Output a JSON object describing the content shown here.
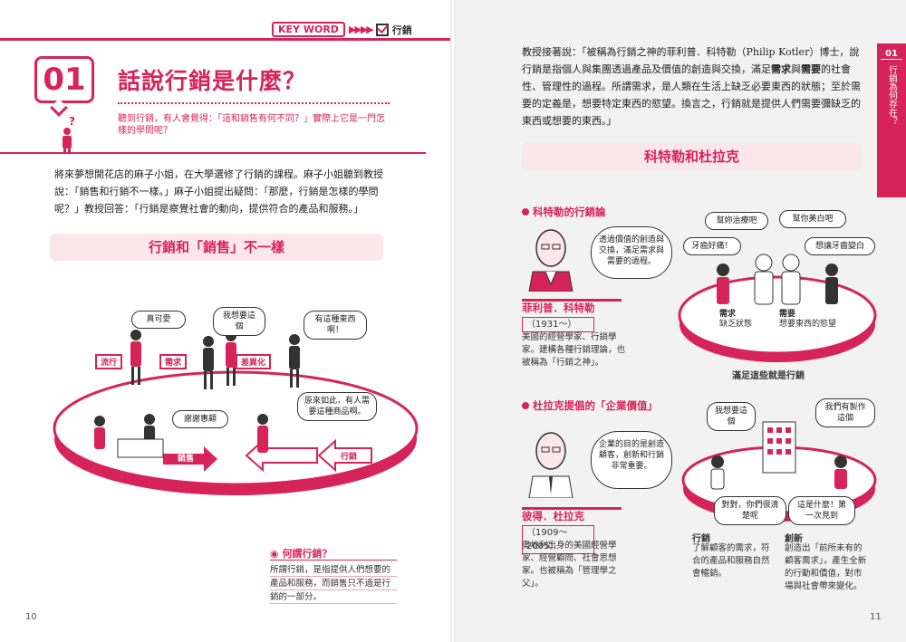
{
  "keyword": {
    "label": "KEY WORD",
    "arrows": "▶▶▶▶",
    "term": "行銷"
  },
  "chapter": {
    "number": "01",
    "title": "話說行銷是什麼？",
    "subtitle": "聽到行銷，有人會覺得：「這和銷售有何不同？」實際上它是一門怎樣的學問呢？"
  },
  "left_intro": "將來夢想開花店的麻子小姐，在大學選修了行銷的課程。麻子小姐聽到教授說：「銷售和行銷不一樣。」麻子小姐提出疑問：「那麼，行銷是怎樣的學問呢？」教授回答：「行銷是察覺社會的動向，提供符合的產品和服務。」",
  "left_section": "行銷和「銷售」不一樣",
  "illustration_left": {
    "bubbles": {
      "cute": "真可愛",
      "want": "我想要這個",
      "have_this": "有這種東西啊！",
      "thanks": "謝謝惠顧",
      "so_that": "原來如此，有人需要這種商品啊。"
    },
    "tags": {
      "trend": "流行",
      "need": "需求",
      "diff": "差異化",
      "sales": "銷售",
      "marketing": "行銷"
    }
  },
  "note": {
    "title": "何謂行銷？",
    "text": "所謂行銷，是指提供人們想要的產品和服務，而銷售只不過是行銷的一部分。"
  },
  "page_numbers": {
    "left": "10",
    "right": "11"
  },
  "right_intro_parts": {
    "a": "教授接著說：「被稱為行銷之神的菲利普．科特勒（Philip Kotler）博士，說行銷是指個人與集團透過產品及價值的創造與交換，滿足",
    "b": "需求",
    "c": "與",
    "d": "需要",
    "e": "的社會性、管理性的過程。所謂需求，是人類在生活上缺乏必要東西的狀態；至於需要的定義是，想要特定東西的慾望。換言之，行銷就是提供人們需要彌缺乏的東西或想要的東西。」"
  },
  "sidetab": {
    "number": "01",
    "text": "行銷為何存在？"
  },
  "right_section": "科特勒和杜拉克",
  "kotler": {
    "heading": "科特勒的行銷論",
    "bubble": "透過價值的創造與交換，滿足需求與需要的過程。",
    "name": "菲利普．科特勒",
    "years": "（1931～）",
    "desc": "美國的經營學家、行銷學家。建構各種行銷理論，也被稱為「行銷之神」。",
    "scene": {
      "b1": "幫妳治療吧",
      "b2": "幫你美白吧",
      "b3": "牙齒好痛！",
      "b4": "想讓牙齒變白",
      "need_label": "需求",
      "need_desc": "缺乏狀態",
      "want_label": "需要",
      "want_desc": "想要東西的慾望"
    },
    "caption": "滿足這些就是行銷"
  },
  "drucker": {
    "heading": "杜拉克提倡的「企業價值」",
    "bubble": "企業的目的是創造顧客，創新和行銷非常重要。",
    "name": "彼得．杜拉克",
    "years": "（1909～2005）",
    "desc": "奧地利出身的美國經營學家、經營顧問、社會思想家。也被稱為「管理學之父」。",
    "scene": {
      "b1": "我想要這個",
      "b2": "我們有製作這個",
      "b3": "對對，你們很清楚呢",
      "b4": "這是什麼！第一次見到"
    },
    "marketing_title": "行銷",
    "marketing_text": "了解顧客的需求，符合的產品和服務自然會暢銷。",
    "innovation_title": "創新",
    "innovation_text": "創造出「前所未有的顧客需求」，產生全新的行動和價值，對市場與社會帶來變化。"
  }
}
